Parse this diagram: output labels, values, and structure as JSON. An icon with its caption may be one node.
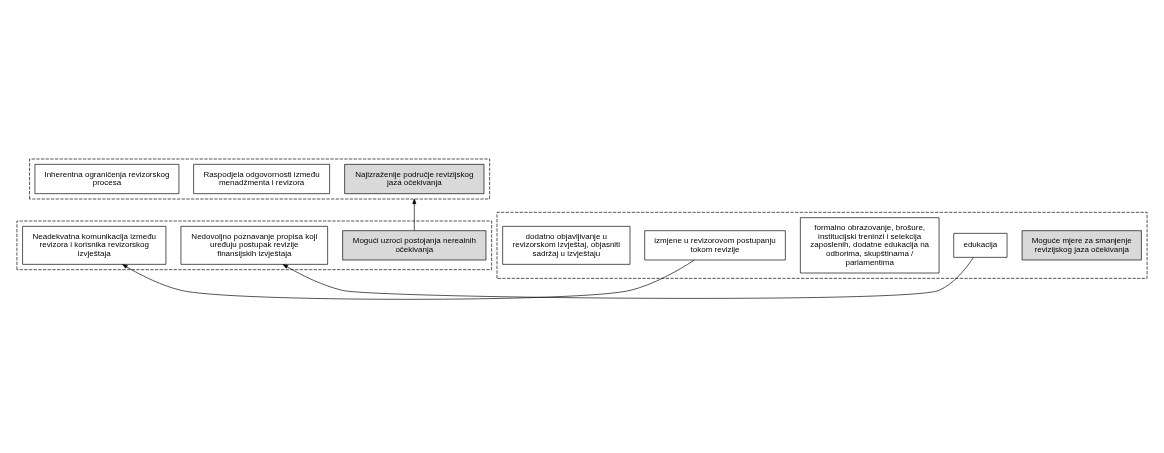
{
  "diagram": {
    "nodes": [
      {
        "text": [],
        "shape": "box"
      },
      {
        "text": [
          "Najizraženije područje revizijskog jaza očekivanja"
        ],
        "in": 0
      },
      {
        "text": [
          "Raspodjela odgovornosti između menadžmenta i revizora"
        ],
        "in": 0
      },
      {
        "text": [
          "Inherentna ograničenja revizorskog procesa"
        ],
        "in": 0
      },
      {
        "text": [],
        "shape": "box"
      },
      {
        "text": [
          "Mogući uzroci postojanja nerealnih očekivanja"
        ],
        "in": 4
      },
      {
        "text": [
          "Nedovoljno poznavanje propisa koji uređuju postupak revizije finansijskih izvještaja"
        ],
        "in": 4
      },
      {
        "text": [
          "Neadekvatna komunikacija između revizora i korisnika revizorskog izvještaja"
        ],
        "in": 4
      },
      {
        "text": [],
        "shape": "box"
      },
      {
        "text": [
          "Moguće mjere za smanjenje revizijskog jaza očekivanja"
        ],
        "in": 8
      },
      {
        "text": [
          "edukacija"
        ],
        "in": 8
      },
      {
        "text": [
          "formalno obrazovanje, brošure, institucijski treninzi i selekcija zaposlenih, dodatne edukacija na odborima, skupštinama / parlamentima"
        ],
        "in": 8
      },
      {
        "text": [
          "izmjene u revizorovom postupanju tokom revizije"
        ],
        "in": 8
      },
      {
        "text": [
          "dodatno objavljivanje u revizorskom izvještaj, objasniti sadržaj u izvještaju"
        ],
        "in": 8
      }
    ],
    "edges": [
      {
        "from": 5,
        "to": 0,
        "arrow": "to"
      },
      {
        "from": 10,
        "to": 6,
        "arrow": "to"
      },
      {
        "from": 12,
        "to": 7,
        "arrow": "to"
      }
    ]
  }
}
